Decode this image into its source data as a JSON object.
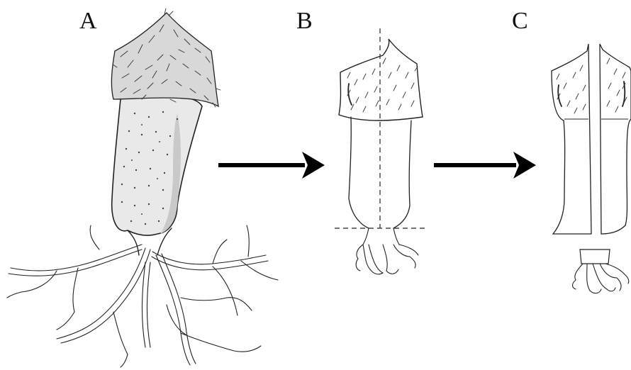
{
  "figure": {
    "panels": [
      {
        "label": "A",
        "content": "whole-specimen-stippled"
      },
      {
        "label": "B",
        "content": "outline-with-cut-lines"
      },
      {
        "label": "C",
        "content": "bisected-halves-and-base"
      }
    ],
    "arrows": [
      {
        "from": "A",
        "to": "B"
      },
      {
        "from": "B",
        "to": "C"
      }
    ],
    "ink_color": "#222222",
    "background": "#ffffff"
  }
}
